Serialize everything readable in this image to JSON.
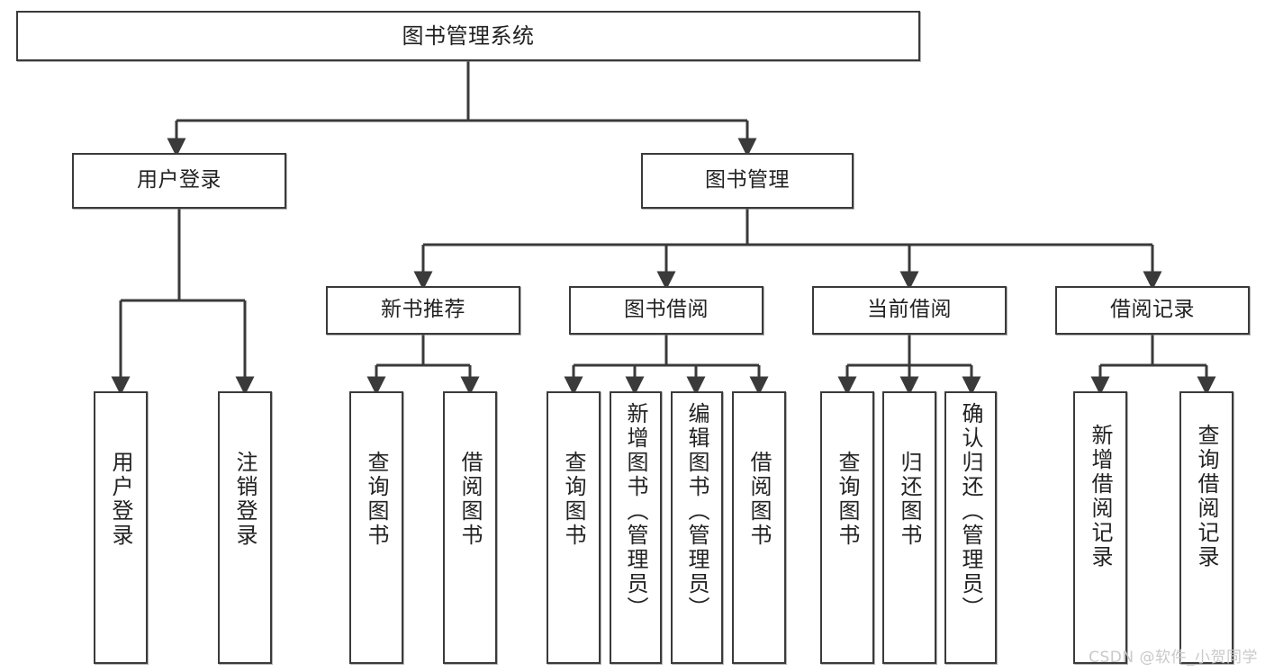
{
  "diagram": {
    "type": "hierarchy-tree",
    "title": "图书管理系统",
    "root": {
      "id": "root",
      "label": "图书管理系统"
    },
    "level1": [
      {
        "id": "user-login",
        "label": "用户登录"
      },
      {
        "id": "book-manage",
        "label": "图书管理"
      }
    ],
    "level2": [
      {
        "id": "new-book-rec",
        "label": "新书推荐",
        "parent": "book-manage"
      },
      {
        "id": "book-borrow",
        "label": "图书借阅",
        "parent": "book-manage"
      },
      {
        "id": "current-borrow",
        "label": "当前借阅",
        "parent": "book-manage"
      },
      {
        "id": "borrow-record",
        "label": "借阅记录",
        "parent": "book-manage"
      }
    ],
    "leaves": [
      {
        "id": "leaf-user-login",
        "label": "用户登录",
        "parent": "user-login"
      },
      {
        "id": "leaf-user-logout",
        "label": "注销登录",
        "parent": "user-login"
      },
      {
        "id": "leaf-query-book-1",
        "label": "查询图书",
        "parent": "new-book-rec"
      },
      {
        "id": "leaf-borrow-book-1",
        "label": "借阅图书",
        "parent": "new-book-rec"
      },
      {
        "id": "leaf-query-book-2",
        "label": "查询图书",
        "parent": "book-borrow"
      },
      {
        "id": "leaf-add-book",
        "label": "新增图书（管理员）",
        "parent": "book-borrow"
      },
      {
        "id": "leaf-edit-book",
        "label": "编辑图书（管理员）",
        "parent": "book-borrow"
      },
      {
        "id": "leaf-borrow-book-2",
        "label": "借阅图书",
        "parent": "book-borrow"
      },
      {
        "id": "leaf-query-book-3",
        "label": "查询图书",
        "parent": "current-borrow"
      },
      {
        "id": "leaf-return-book",
        "label": "归还图书",
        "parent": "current-borrow"
      },
      {
        "id": "leaf-confirm-return",
        "label": "确认归还（管理员）",
        "parent": "current-borrow"
      },
      {
        "id": "leaf-add-record",
        "label": "新增借阅记录",
        "parent": "borrow-record"
      },
      {
        "id": "leaf-query-record",
        "label": "查询借阅记录",
        "parent": "borrow-record"
      }
    ],
    "watermark": "CSDN @软件_小贺同学",
    "colors": {
      "border": "#3a3a3a",
      "text": "#222222",
      "background": "#ffffff",
      "connector": "#3a3a3a",
      "watermark": "#c9c9c9"
    }
  }
}
